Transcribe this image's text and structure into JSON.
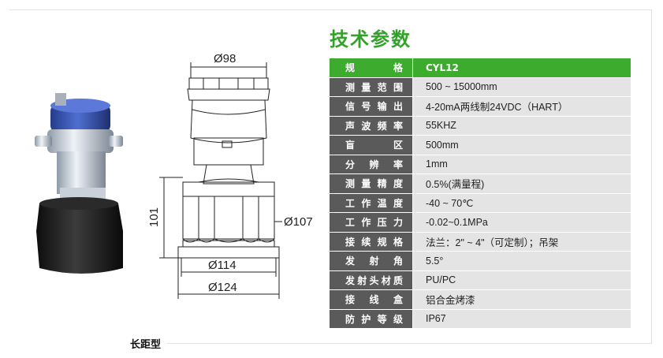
{
  "spec_title": "技术参数",
  "caption": "长距型",
  "specs": {
    "header": {
      "label": "规格",
      "value": "CYL12"
    },
    "rows": [
      {
        "label": "测量范围",
        "value": "500 ~ 15000mm"
      },
      {
        "label": "信号输出",
        "value": "4-20mA两线制24VDC（HART）"
      },
      {
        "label": "声波频率",
        "value": "55KHZ"
      },
      {
        "label": "盲区",
        "value": "500mm"
      },
      {
        "label": "分辨率",
        "value": "1mm"
      },
      {
        "label": "测量精度",
        "value": "0.5%(满量程)"
      },
      {
        "label": "工作温度",
        "value": "-40 ~ 70℃"
      },
      {
        "label": "工作压力",
        "value": "-0.02~0.1MPa"
      },
      {
        "label": "接续规格",
        "value": "法兰：2\" ~ 4\"（可定制）；吊架"
      },
      {
        "label": "发射角",
        "value": "5.5°"
      },
      {
        "label": "发射头材质",
        "value": "PU/PC"
      },
      {
        "label": "接线盒",
        "value": "铝合金烤漆"
      },
      {
        "label": "防护等级",
        "value": "IP67"
      }
    ]
  },
  "dimensions": {
    "top_diameter": "Ø98",
    "height": "101",
    "side_diameter": "Ø107",
    "flange_inner": "Ø114",
    "flange_outer": "Ø124"
  },
  "colors": {
    "accent_green": "#3cab2e",
    "title_green": "#33a22a",
    "label_bg": "#5a5a5a",
    "value_bg": "#e4e4e4"
  }
}
